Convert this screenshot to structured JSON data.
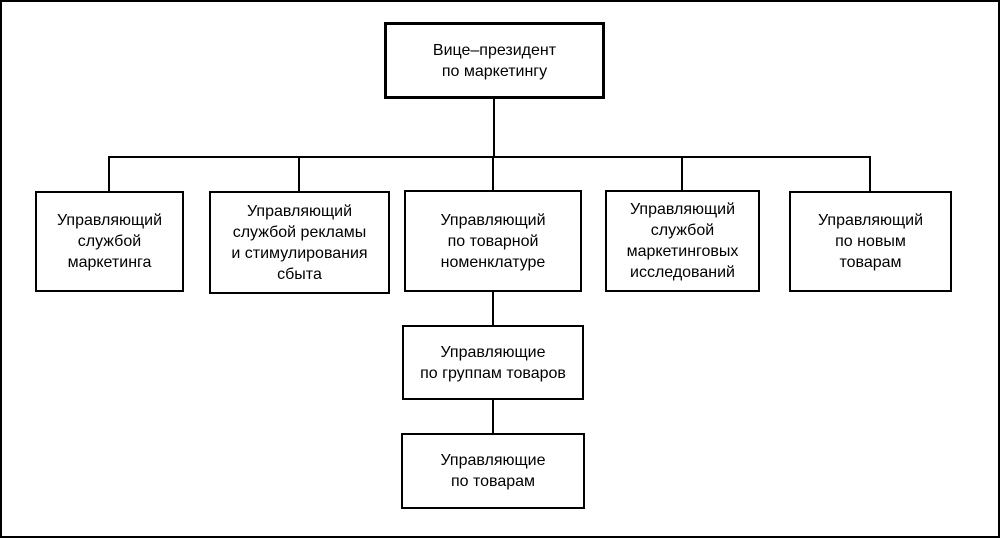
{
  "diagram": {
    "type": "org-chart",
    "language": "ru",
    "colors": {
      "line": "#000000",
      "text": "#000000",
      "background": "#ffffff"
    },
    "nodes": {
      "vp": {
        "label": "Вице–президент\nпо маркетингу"
      },
      "marketing_service": {
        "label": "Управляющий\nслужбой\nмаркетинга"
      },
      "advertising_promotion": {
        "label": "Управляющий\nслужбой рекламы\nи стимулирования\nсбыта"
      },
      "product_nomenclature": {
        "label": "Управляющий\nпо товарной\nноменклатуре"
      },
      "marketing_research": {
        "label": "Управляющий\nслужбой\nмаркетинговых\nисследований"
      },
      "new_products": {
        "label": "Управляющий\nпо новым\nтоварам"
      },
      "product_groups": {
        "label": "Управляющие\nпо группам товаров"
      },
      "products": {
        "label": "Управляющие\nпо товарам"
      }
    }
  }
}
